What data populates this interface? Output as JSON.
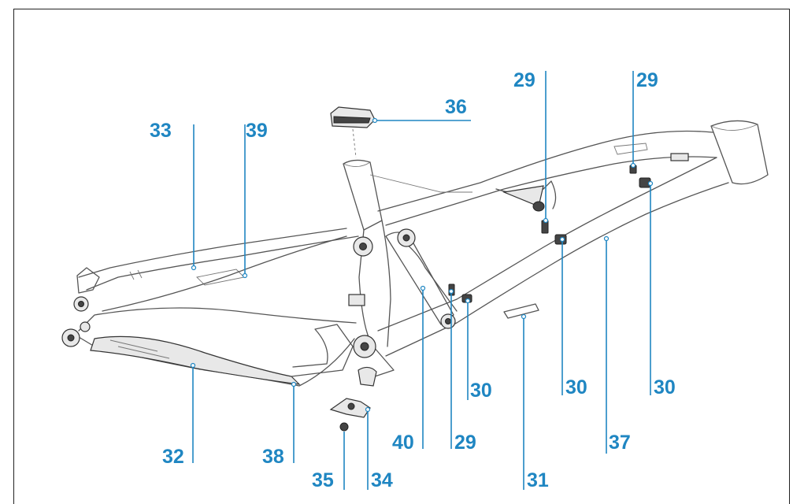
{
  "diagram": {
    "colors": {
      "callout": "#1f86c2",
      "frame_line": "#555555",
      "border": "#222222"
    },
    "callouts": {
      "c29a": "29",
      "c29b": "29",
      "c29c": "29",
      "c30a": "30",
      "c30b": "30",
      "c30c": "30",
      "c31": "31",
      "c32": "32",
      "c33": "33",
      "c34": "34",
      "c35": "35",
      "c36": "36",
      "c37": "37",
      "c38": "38",
      "c39": "39",
      "c40": "40"
    }
  }
}
